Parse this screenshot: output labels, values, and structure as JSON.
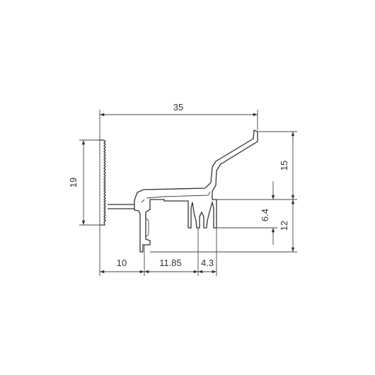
{
  "drawing": {
    "line_color": "#333333",
    "background": "#ffffff",
    "dimensions": {
      "total_width": "35",
      "height_left": "19",
      "height_right_top": "15",
      "height_right_bottom": "12",
      "channel_depth": "6.4",
      "base_a": "10",
      "base_b": "11.85",
      "base_c": "4.3"
    }
  }
}
